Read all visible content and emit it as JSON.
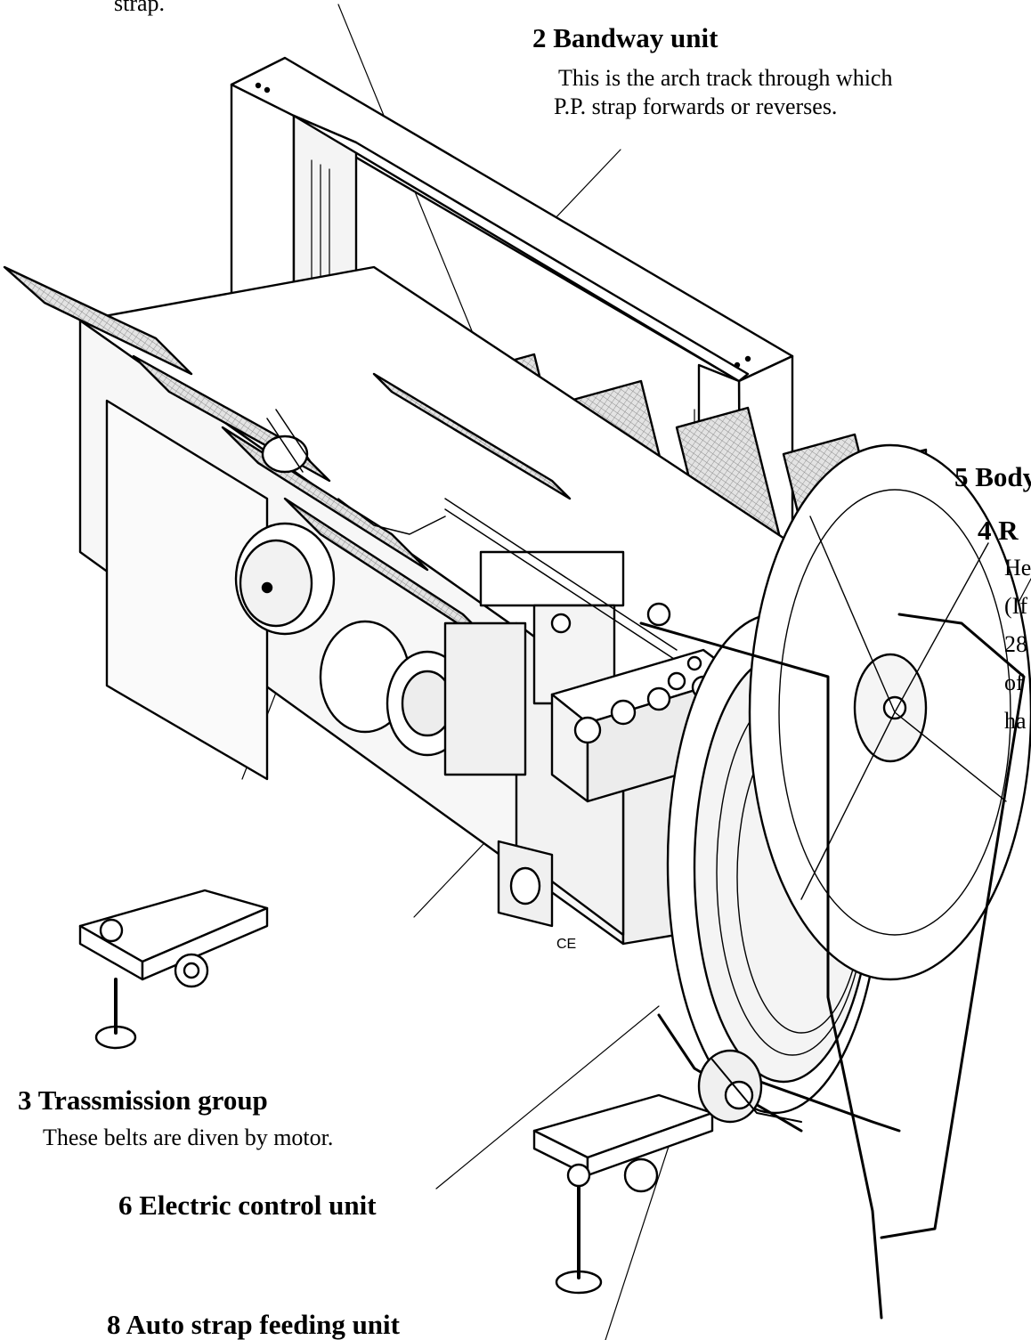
{
  "labels": {
    "strap_fragment": "strap.",
    "bandway": {
      "title": "2 Bandway unit",
      "line1": "This is the arch track through which",
      "line2": "P.P. strap forwards or reverses."
    },
    "body": {
      "title": "5 Body"
    },
    "reel": {
      "title": "4 R",
      "line1": "He",
      "line2": "(If",
      "line3": "28",
      "line4": "of",
      "line5": "ha"
    },
    "transmission": {
      "title": "3 Trassmission group",
      "line1": "These belts are diven by motor."
    },
    "electric": {
      "title": "6 Electric control unit"
    },
    "autofeed": {
      "title": "8 Auto strap feeding unit"
    }
  },
  "markings": {
    "ce_mark": "CE"
  }
}
